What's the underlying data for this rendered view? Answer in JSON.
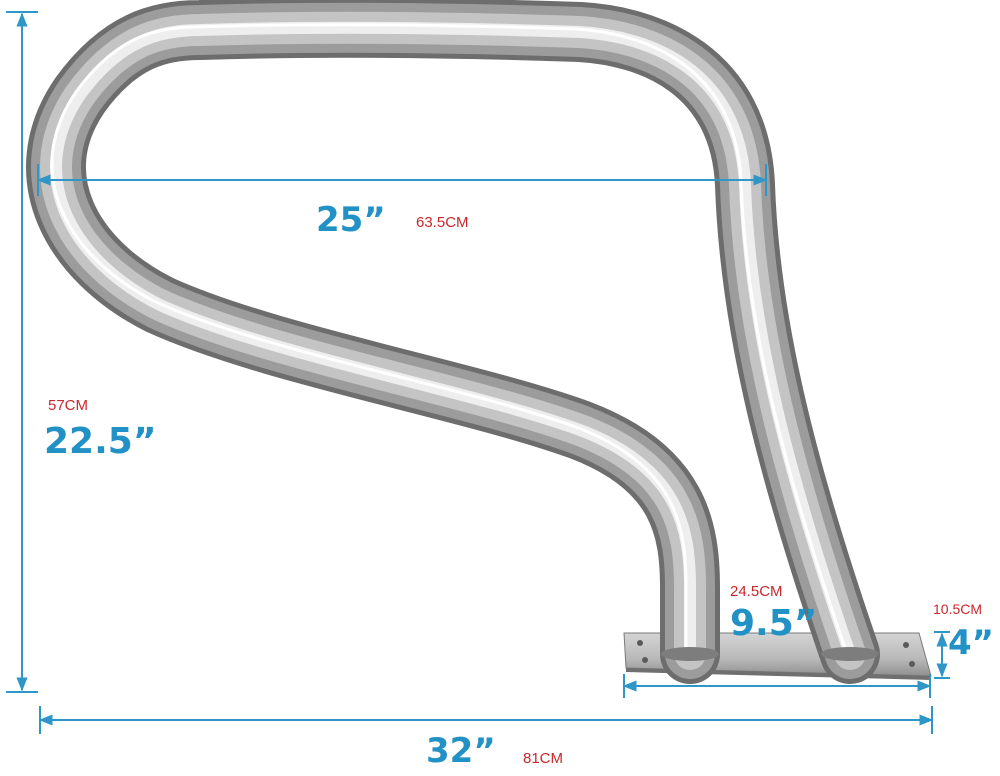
{
  "colors": {
    "imperial": "#2291c5",
    "metric": "#c8282d",
    "dimension_line": "#2f96c8",
    "steel": "#a9a9a9"
  },
  "dimensions": {
    "width_top": {
      "imperial": "25”",
      "metric": "63.5CM"
    },
    "height": {
      "imperial": "22.5”",
      "metric": "57CM"
    },
    "base_length": {
      "imperial": "9.5”",
      "metric": "24.5CM"
    },
    "plate_height": {
      "imperial": "4”",
      "metric": "10.5CM"
    },
    "overall_length": {
      "imperial": "32”",
      "metric": "81CM"
    }
  }
}
